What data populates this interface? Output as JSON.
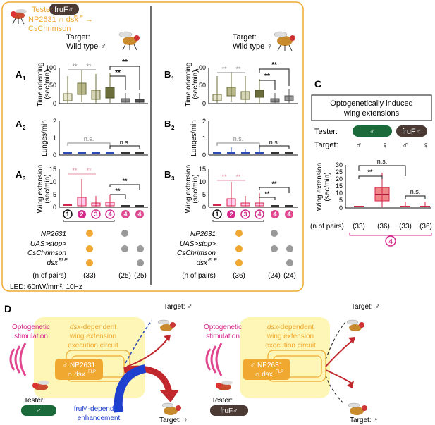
{
  "colors": {
    "orange": "#f0a830",
    "olive": "#6b6e3a",
    "red": "#d4264a",
    "pink": "#e0478f",
    "magenta": "#d42a8c",
    "darkgreen": "#1b6b3a",
    "brown": "#4a3a33",
    "blue": "#2d4bb5",
    "yellowbg": "#fdf6b6",
    "gray": "#999999"
  },
  "tester": {
    "label": "Tester:",
    "badge": "fruF♂",
    "line1": "NP2631 ∩ dsx",
    "sup": "FLP",
    "arrow": "→",
    "line2": "CsChrimson"
  },
  "panelA": {
    "target_label": "Target:",
    "target_value": "Wild type ♂",
    "a1": "A",
    "a1_sub": "1",
    "a2": "A",
    "a2_sub": "2",
    "a3": "A",
    "a3_sub": "3",
    "y1": "Time orienting\n(sec/min)",
    "y1_l1": "Time orienting",
    "y1_l2": "(sec/min)",
    "y2": "Lunges/min",
    "y3_l1": "Wing extension",
    "y3_l2": "(sec/min)",
    "ticks1": [
      "100",
      "50",
      "0"
    ],
    "ticks2": [
      "2",
      "1",
      "0"
    ],
    "ticks3": [
      "15",
      "10",
      "5",
      "0"
    ],
    "sig": "**",
    "ns": "n.s.",
    "groups": [
      "1",
      "2",
      "3",
      "4",
      "4",
      "4"
    ],
    "rows": [
      "NP2631",
      "UAS>stop>",
      "CsChrimson",
      "dsx"
    ],
    "dsx_sup": "FLP",
    "npairs_label": "(n of pairs)",
    "n1": "(33)",
    "n2": "(25)",
    "n3": "(25)"
  },
  "panelB": {
    "target_label": "Target:",
    "target_value": "Wild type ♀",
    "b1": "B",
    "b1_sub": "1",
    "b2": "B",
    "b2_sub": "2",
    "b3": "B",
    "b3_sub": "3",
    "n1": "(36)",
    "n2": "(24)",
    "n3": "(24)"
  },
  "led": "LED: 60nW/mm², 10Hz",
  "panelC": {
    "letter": "C",
    "box_l1": "Optogenetically induced",
    "box_l2": "wing extensions",
    "tester_label": "Tester:",
    "target_label": "Target:",
    "badge_male": "♂",
    "badge_fruf": "fruF♂",
    "targets": [
      "♂",
      "♀",
      "♂",
      "♀"
    ],
    "y_l1": "Wing extension",
    "y_l2": "(sec/min)",
    "ticks": [
      "30",
      "25",
      "20",
      "15",
      "10",
      "5",
      "0"
    ],
    "sig": "**",
    "ns": "n.s.",
    "npairs_label": "(n of pairs)",
    "n": [
      "(33)",
      "(36)",
      "(33)",
      "(36)"
    ],
    "group": "4"
  },
  "panelD": {
    "letter": "D",
    "opto_l1": "Optogenetic",
    "opto_l2": "stimulation",
    "circuit_l1": "-dependent",
    "circuit_dsx": "dsx",
    "circuit_l2": "wing extension",
    "circuit_l3": "execution circuit",
    "np_l1": "♂ NP2631",
    "np_l2": "∩ dsx",
    "np_sup": "FLP",
    "target_m": "Target: ♂",
    "target_f": "Target: ♀",
    "tester": "Tester:",
    "badge_male": "♂",
    "badge_fruf": "fruF♂",
    "fruM_l1": "fruM-dependent",
    "fruM_l2": "enhancement"
  }
}
